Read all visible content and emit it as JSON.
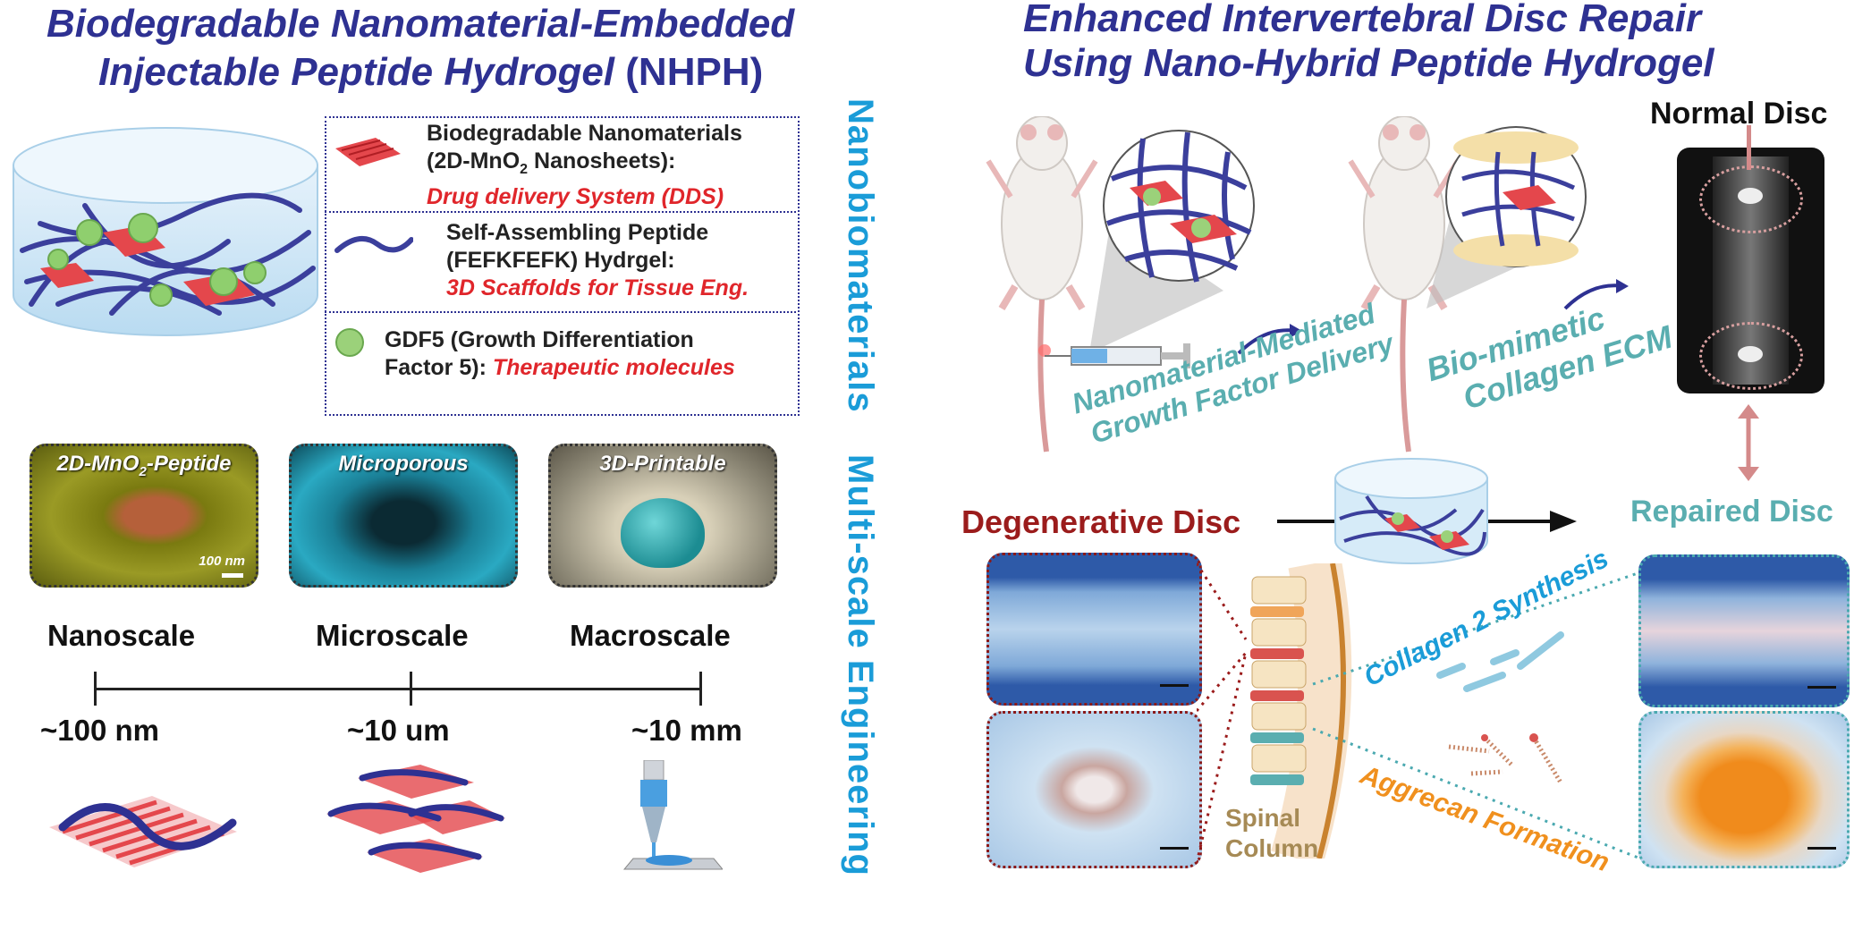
{
  "left": {
    "title_line1": "Biodegradable Nanomaterial-Embedded",
    "title_line2_italic": "Injectable Peptide Hydrogel ",
    "title_line2_normal": "(NHPH)",
    "legend": [
      {
        "line1": "Biodegradable Nanomaterials",
        "line2a": "(2D-MnO",
        "line2sub": "2",
        "line2b": " Nanosheets):",
        "role": "Drug delivery System (DDS)"
      },
      {
        "line1": "Self-Assembling Peptide",
        "line2": "(FEFKFEFK) Hydrgel:",
        "role": "3D Scaffolds for Tissue Eng."
      },
      {
        "line1": "GDF5 (Growth Differentiation",
        "line2": "Factor 5): ",
        "role": "Therapeutic molecules"
      }
    ],
    "vertical_labels": [
      "Nanobiomaterials",
      "Multi-scale Engineering"
    ],
    "photos": [
      {
        "caption_a": "2D-MnO",
        "caption_sub": "2",
        "caption_b": "-Peptide",
        "scale": "100 nm"
      },
      {
        "caption": "Microporous"
      },
      {
        "caption": "3D-Printable"
      }
    ],
    "scales": [
      "Nanoscale",
      "Microscale",
      "Macroscale"
    ],
    "sizes": [
      "~100 nm",
      "~10 um",
      "~10 mm"
    ]
  },
  "right": {
    "title_line1": "Enhanced Intervertebral Disc Repair",
    "title_line2": "Using Nano-Hybrid Peptide Hydrogel",
    "normal_disc": "Normal Disc",
    "delivery_line1": "Nanomaterial-Mediated",
    "delivery_line2": "Growth Factor Delivery",
    "ecm_line1": "Bio-mimetic",
    "ecm_line2": "Collagen ECM",
    "degenerative": "Degenerative Disc",
    "repaired": "Repaired Disc",
    "collagen": "Collagen 2 Synthesis",
    "aggrecan": "Aggrecan Formation",
    "spinal_line1": "Spinal",
    "spinal_line2": "Column"
  },
  "colors": {
    "navy": "#2e3192",
    "red": "#e0262b",
    "blue": "#1a9cd8",
    "teal": "#5aaeb0",
    "darkred": "#9b1c1c",
    "orange": "#f0901e",
    "tan": "#a68a55"
  }
}
